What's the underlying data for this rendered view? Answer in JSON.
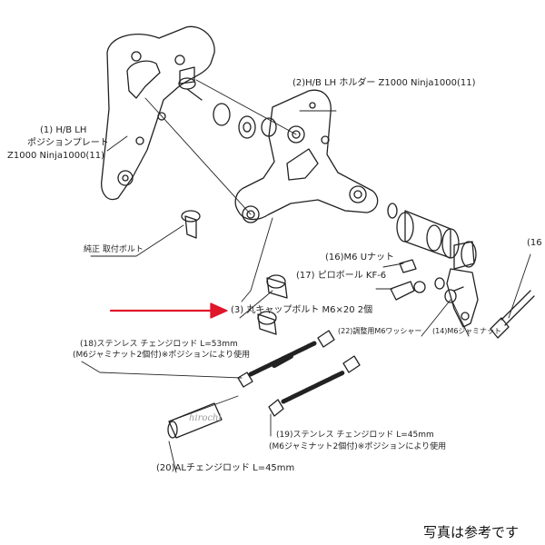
{
  "labels": {
    "plate_line1": "(1) H/B LH",
    "plate_line2": "ポジションプレート",
    "plate_line3": "Z1000 Ninja1000(11)",
    "holder": "(2)H/B LH ホルダー Z1000 Ninja1000(11)",
    "stock_bolt": "純正 取付ボルト",
    "nut16": "(16)M6 Uナット",
    "ball17": "(17) ピロボール KF-6",
    "cap_bolt3": "(3) 丸キャップボルト M6×20 2個",
    "washer22": "(22)調整用M6ワッシャー",
    "jam14": "(14)M6ジャミナット",
    "rod18_line1": "(18)ステンレス チェンジロッド L=53mm",
    "rod18_line2": "(M6ジャミナット2個付)※ポジションにより使用",
    "rod19_line1": "(19)ステンレス チェンジロッド L=45mm",
    "rod19_line2": "(M6ジャミナット2個付)※ポジションにより使用",
    "rod20": "(20)ALチェンジロッド L=45mm",
    "edge16": "(16",
    "watermark": "hirochi",
    "caption": "写真は参考です"
  },
  "colors": {
    "arrow": "#e0162b",
    "line": "#222222",
    "caption": "#111111"
  }
}
